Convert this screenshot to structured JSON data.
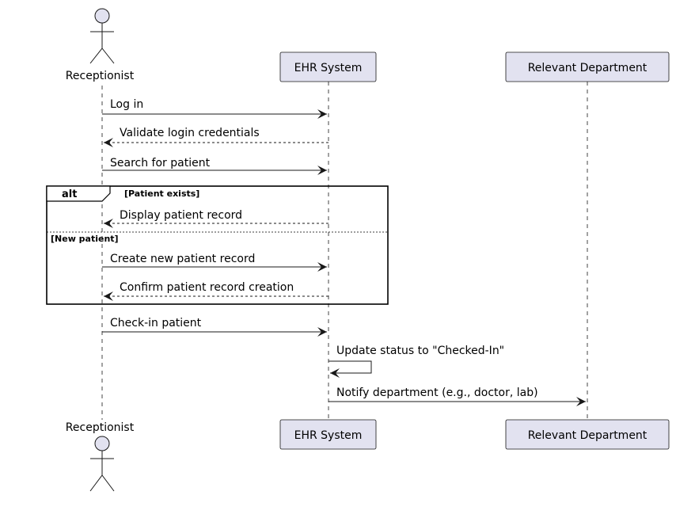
{
  "diagram": {
    "type": "sequence",
    "colors": {
      "background": "#ffffff",
      "participant_fill": "#E2E2F0",
      "participant_stroke": "#181818",
      "line": "#181818",
      "lifeline": "#181818"
    },
    "participants": [
      {
        "id": "receptionist",
        "label": "Receptionist",
        "kind": "actor"
      },
      {
        "id": "ehr",
        "label": "EHR System",
        "kind": "participant"
      },
      {
        "id": "dept",
        "label": "Relevant Department",
        "kind": "participant"
      }
    ],
    "messages": [
      {
        "from": "receptionist",
        "to": "ehr",
        "label": "Log in",
        "style": "solid"
      },
      {
        "from": "ehr",
        "to": "receptionist",
        "label": "Validate login credentials",
        "style": "dashed"
      },
      {
        "from": "receptionist",
        "to": "ehr",
        "label": "Search for patient",
        "style": "solid"
      },
      {
        "from": "ehr",
        "to": "receptionist",
        "label": "Display patient record",
        "style": "dashed"
      },
      {
        "from": "receptionist",
        "to": "ehr",
        "label": "Create new patient record",
        "style": "solid"
      },
      {
        "from": "ehr",
        "to": "receptionist",
        "label": "Confirm patient record creation",
        "style": "dashed"
      },
      {
        "from": "receptionist",
        "to": "ehr",
        "label": "Check-in patient",
        "style": "solid"
      },
      {
        "from": "ehr",
        "to": "ehr",
        "label": "Update status to \"Checked-In\"",
        "style": "solid"
      },
      {
        "from": "ehr",
        "to": "dept",
        "label": "Notify department (e.g., doctor, lab)",
        "style": "solid"
      }
    ],
    "fragment": {
      "keyword": "alt",
      "first_guard": "[Patient exists]",
      "second_guard": "[New patient]"
    }
  }
}
